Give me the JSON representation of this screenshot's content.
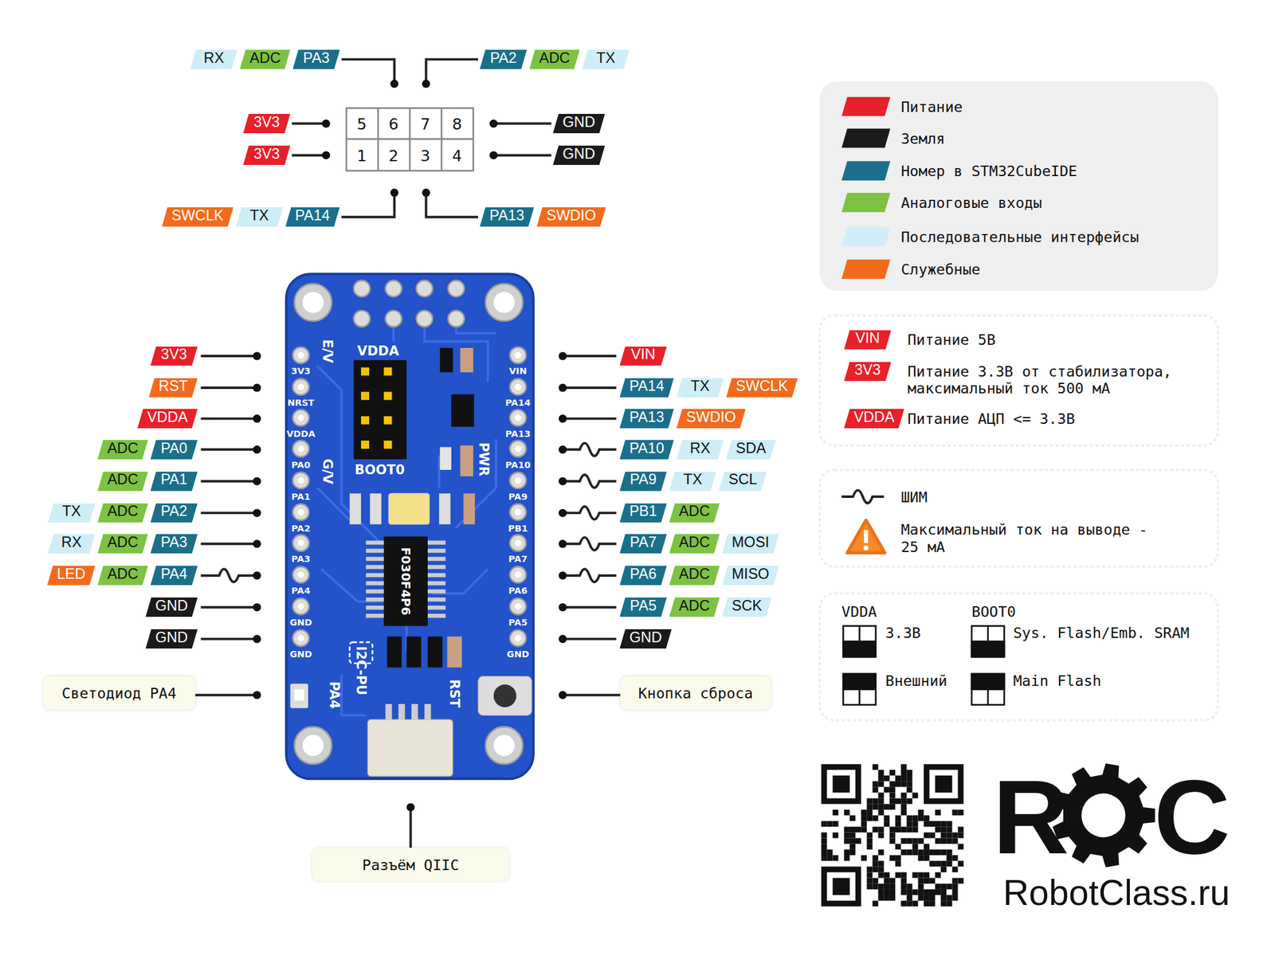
{
  "diagram": {
    "nodes": [
      {
        "text": [
          "Светодиод PA4"
        ]
      },
      {
        "text": [
          "Кнопка сброса"
        ]
      },
      {
        "text": [
          "Разъём QIIC"
        ]
      }
    ],
    "labels": [
      "RX",
      "ADC",
      "PA3",
      "PA2",
      "ADC",
      "TX",
      "3V3",
      "3V3",
      "GND",
      "GND",
      "5",
      "6",
      "7",
      "8",
      "1",
      "2",
      "3",
      "4",
      "SWCLK",
      "TX",
      "PA14",
      "PA13",
      "SWDIO",
      "3V3",
      "RST",
      "VDDA",
      "ADC",
      "PA0",
      "ADC",
      "PA1",
      "TX",
      "ADC",
      "PA2",
      "RX",
      "ADC",
      "PA3",
      "LED",
      "ADC",
      "PA4",
      "GND",
      "GND",
      "VIN",
      "PA14",
      "TX",
      "SWCLK",
      "PA13",
      "SWDIO",
      "PA10",
      "RX",
      "SDA",
      "PA9",
      "TX",
      "SCL",
      "PB1",
      "ADC",
      "PA7",
      "ADC",
      "MOSI",
      "PA6",
      "ADC",
      "MISO",
      "PA5",
      "ADC",
      "SCK",
      "GND",
      "3V3",
      "NRST",
      "VDDA",
      "PA0",
      "PA1",
      "PA2",
      "PA3",
      "PA4",
      "GND",
      "GND",
      "VIN",
      "PA14",
      "PA13",
      "PA10",
      "PA9",
      "PB1",
      "PA7",
      "PA6",
      "PA5",
      "GND",
      "E/V",
      "VDDA",
      "BOOT0",
      "G/V",
      "PWR",
      "F030F4P6",
      "I2C-PU",
      "PA4",
      "RST",
      "VIN",
      "Питание 5В",
      "3V3",
      "Питание 3.3В от стабилизатора, максимальный ток 500 мА",
      "VDDA",
      "Питание АЦП <= 3.3В",
      "ШИМ",
      "Максимальный ток на выводе - 25 мА",
      "VDDA",
      "BOOT0",
      "3.3В",
      "Sys. Flash/Emb. SRAM",
      "Внешний",
      "Main Flash",
      "R",
      "C",
      "RobotClass.ru"
    ],
    "legend": [
      {
        "text": "Питание",
        "color": "#e8202a"
      },
      {
        "text": "Земля",
        "color": "#1b1b1b"
      },
      {
        "text": "Номер в STM32CubeIDE",
        "color": "#1b6f8a"
      },
      {
        "text": "Аналоговые входы",
        "color": "#7dc242"
      },
      {
        "text": "Последовательные интерфейсы",
        "color": "#cfeef7"
      },
      {
        "text": "Служебные",
        "color": "#f26b1d"
      }
    ]
  }
}
